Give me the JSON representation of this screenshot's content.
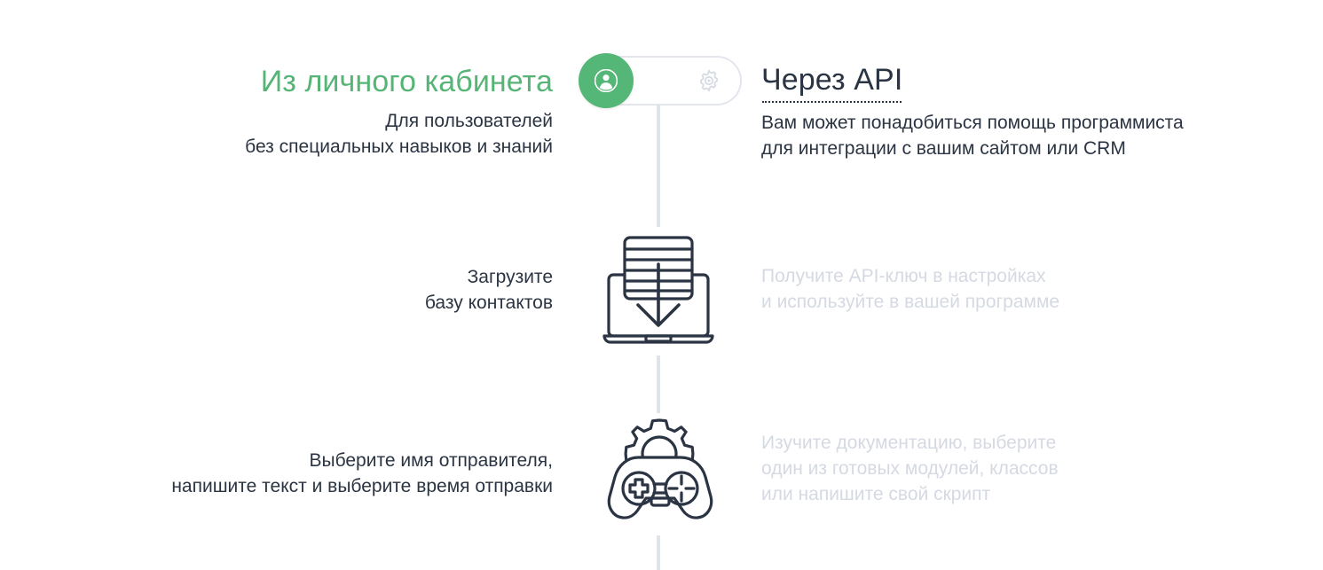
{
  "colors": {
    "accent_green": "#54b677",
    "heading_green": "#56b576",
    "text_dark": "#2b3443",
    "text_faded": "#d5d9e2",
    "line_gray": "#dfe3ea",
    "track_border": "#e3e6ec"
  },
  "toggle": {
    "name": "mode-toggle",
    "state": "left",
    "left_icon": "user-icon",
    "right_icon": "gear-icon"
  },
  "connector": {
    "icon_name": "vertical-connector-line"
  },
  "left_column": {
    "heading": "Из личного кабинета",
    "steps": [
      {
        "lines": [
          "Для пользователей",
          "без специальных навыков и знаний"
        ]
      },
      {
        "lines": [
          "Загрузите",
          "базу контактов"
        ]
      },
      {
        "lines": [
          "Выберите имя отправителя,",
          "напишите текст и выберите время отправки"
        ]
      }
    ]
  },
  "right_column": {
    "heading": "Через API",
    "steps": [
      {
        "faded": false,
        "lines": [
          "Вам может понадобиться помощь программиста",
          "для интеграции с вашим сайтом или CRM"
        ]
      },
      {
        "faded": true,
        "lines": [
          "Получите API-ключ в настройках",
          "и используйте в вашей программе"
        ]
      },
      {
        "faded": true,
        "lines": [
          "Изучите документацию, выберите",
          "один из готовых модулей, классов",
          "или напишите свой скрипт"
        ]
      }
    ]
  },
  "center_icons": [
    {
      "name": "laptop-download-icon",
      "label": "laptop-download-icon"
    },
    {
      "name": "gamepad-gear-icon",
      "label": "gamepad-gear-icon"
    }
  ]
}
